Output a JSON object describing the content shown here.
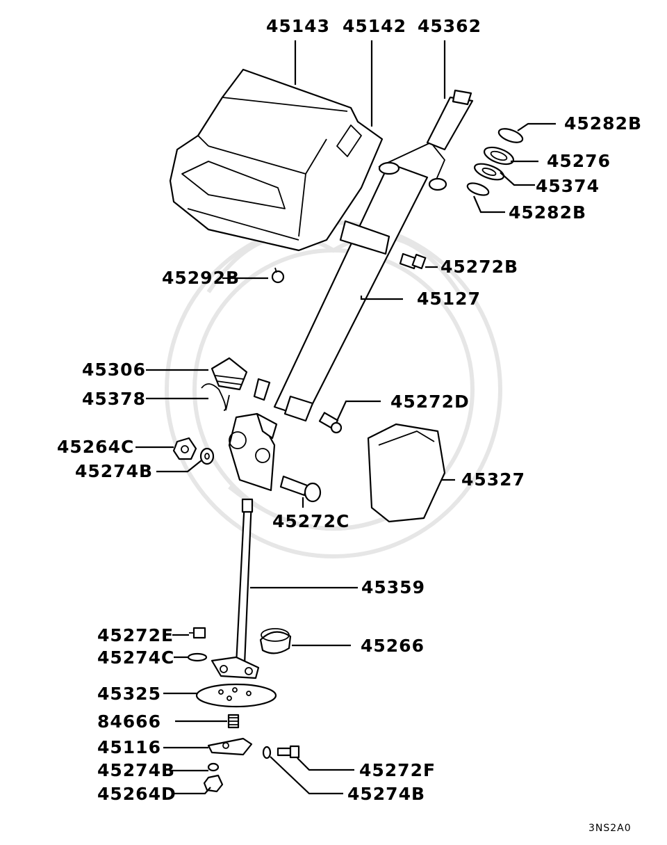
{
  "diagram_code": "3NS2A0",
  "labels": {
    "p45143": "45143",
    "p45142": "45142",
    "p45362": "45362",
    "p45282B_top": "45282B",
    "p45276": "45276",
    "p45374": "45374",
    "p45282B_bottom": "45282B",
    "p45272B": "45272B",
    "p45292B": "45292B",
    "p45127": "45127",
    "p45306": "45306",
    "p45378": "45378",
    "p45272D": "45272D",
    "p45264C": "45264C",
    "p45274B_mid": "45274B",
    "p45327": "45327",
    "p45272C": "45272C",
    "p45359": "45359",
    "p45272E": "45272E",
    "p45266": "45266",
    "p45274C": "45274C",
    "p45325": "45325",
    "p84666": "84666",
    "p45116": "45116",
    "p45274B_low": "45274B",
    "p45272F": "45272F",
    "p45264D": "45264D",
    "p45274B_bottom": "45274B"
  }
}
